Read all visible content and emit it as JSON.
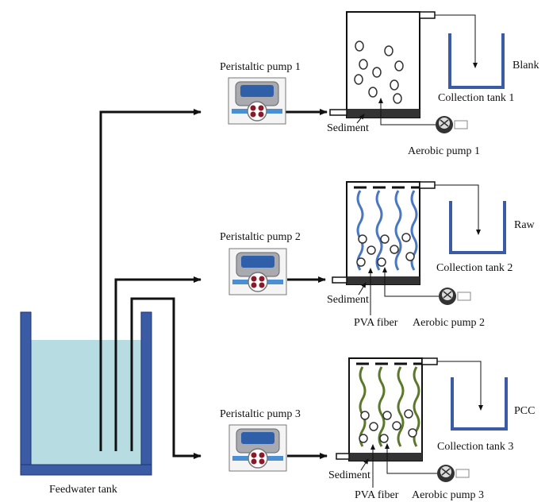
{
  "feed_tank": {
    "label": "Feedwater tank"
  },
  "pumps": [
    {
      "label": "Peristaltic pump 1"
    },
    {
      "label": "Peristaltic pump 2"
    },
    {
      "label": "Peristaltic pump 3"
    }
  ],
  "reactors": [
    {
      "tag": "Blank",
      "collection": "Collection tank 1",
      "sediment": "Sediment",
      "aerobic": "Aerobic pump 1",
      "fiber": null
    },
    {
      "tag": "Raw",
      "collection": "Collection tank 2",
      "sediment": "Sediment",
      "aerobic": "Aerobic pump 2",
      "fiber": "PVA fiber"
    },
    {
      "tag": "PCC",
      "collection": "Collection tank 3",
      "sediment": "Sediment",
      "aerobic": "Aerobic pump 3",
      "fiber": "PVA fiber"
    }
  ],
  "colors": {
    "water": "#b7dde3",
    "tank_wall": "#3b5ba5",
    "raw_fiber": "#4a78c0",
    "pcc_fiber": "#5a7a2a",
    "pipe": "#111111"
  }
}
